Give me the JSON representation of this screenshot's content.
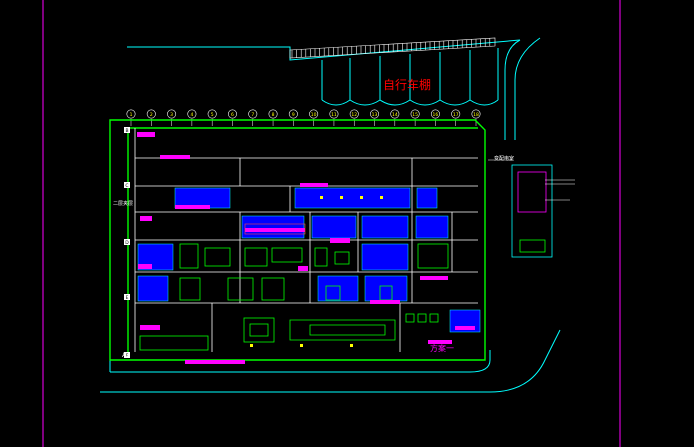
{
  "drawing": {
    "labels": {
      "bike_shed": "自行车棚",
      "scheme": "方案一",
      "left_note": "二层夹层",
      "right_note": "变配电室",
      "corner_a": "A"
    },
    "column_grid": [
      "1",
      "2",
      "3",
      "4",
      "5",
      "6",
      "7",
      "8",
      "9",
      "10",
      "11",
      "12",
      "13",
      "14",
      "15",
      "16",
      "17",
      "18"
    ],
    "row_grid": [
      "B",
      "C",
      "D",
      "E",
      "F"
    ],
    "colors": {
      "background": "#000000",
      "frame": "#ff00ff",
      "wall": "#00ff00",
      "road": "#00ffff",
      "equipment": "#0000ff",
      "highlight": "#ff00ff",
      "annotation": "#ff0000",
      "text": "#ffffff",
      "detail_yellow": "#ffff00"
    }
  }
}
